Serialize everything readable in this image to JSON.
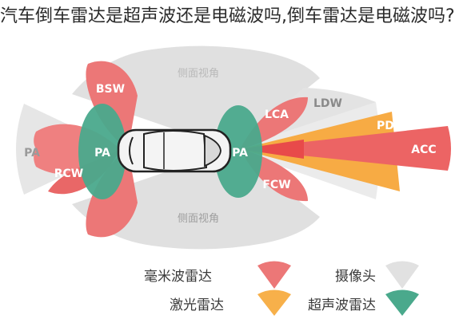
{
  "headline": "汽车倒车雷达是超声波还是电磁波吗,倒车雷达是电磁波吗?",
  "colors": {
    "camera": "#d9d9d9",
    "millimeter_radar": "#ec6e6e",
    "laser_radar": "#f7a93a",
    "ultrasonic_radar": "#45a88a",
    "text_dark": "#3a3a3a",
    "text_light": "#ffffff"
  },
  "diagram": {
    "side_view_top": "侧面视角",
    "side_view_bottom": "侧面视角",
    "rear_left": "BSW",
    "rear_right": "RCW",
    "rear_center": "PA",
    "rear_far": "PA",
    "front_center": "PA",
    "front_left": "LCA",
    "front_right": "FCW",
    "front_ldw": "LDW",
    "front_pd": "PD",
    "front_acc": "ACC"
  },
  "legend": [
    {
      "label": "毫米波雷达",
      "color_key": "millimeter_radar"
    },
    {
      "label": "摄像头",
      "color_key": "camera"
    },
    {
      "label": "激光雷达",
      "color_key": "laser_radar"
    },
    {
      "label": "超声波雷达",
      "color_key": "ultrasonic_radar"
    }
  ],
  "icons": {
    "car": "car-top-view-icon"
  }
}
